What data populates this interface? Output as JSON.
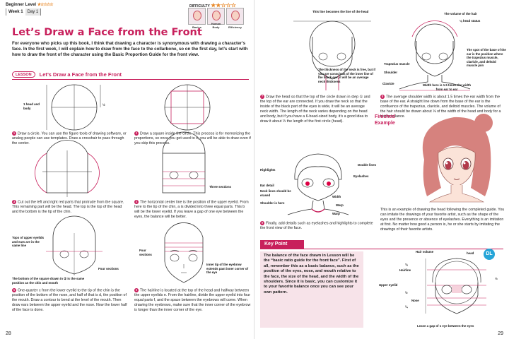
{
  "header": {
    "level": "Beginner Level",
    "level_stars": "★☆☆☆☆",
    "week": "Week 1",
    "day": "Day 1",
    "difficulty": "DIFFICULTY",
    "difficulty_stars": "★★☆☆☆",
    "thumbs": [
      "Basics",
      "Human Body",
      "Efficiency"
    ]
  },
  "title": "Let’s Draw a Face from the Front",
  "intro": "For everyone who picks up this book, I think that drawing a character is synonymous with drawing a character’s face. In the first week, I will explain how to draw from the face to the collarbone, so on the first day, let’s start with how to draw the front of the character using the Basic Proportion Guide for the front view.",
  "lesson": {
    "tag": "LESSON",
    "title": "Let’s Draw a Face from the Front"
  },
  "labels": {
    "one_head": "1 head and body",
    "half": "½",
    "three_sections": "Three sections",
    "tops_upper": "Tops of upper eyelids and ears are in the same line",
    "four_sections_a": "Four sections",
    "bottom_square": "The bottom of the square drawn in ② is the same position as the chin and mouth",
    "four_sections_b": "Four sections",
    "inner_tip": "Inner tip of the eyebrow extends past inner corner of the eye"
  },
  "steps_left": [
    {
      "num": "1",
      "text": "Draw a circle. You can use the figure tools of drawing software, or analog people can use templates. Draw a crosshair to pass through the center."
    },
    {
      "num": "2",
      "text": "Draw a square inside the circle. This process is for memorizing the proportions, so once you get used to it, you will be able to draw even if you skip this process."
    },
    {
      "num": "3",
      "text": "Cut out the left and right red parts that protrude from the square. This remaining part will be the head. The top is the top of the head and the bottom is the tip of the chin."
    },
    {
      "num": "4",
      "text": "The horizontal center line is the position of the upper eyelid. From here to the tip of the chin, a is divided into three equal parts. This b will be the lower eyelid. If you leave a gap of one eye between the eyes, the balance will be better."
    },
    {
      "num": "5",
      "text": "One-quarter c from the lower eyelid to the tip of the chin is the position of the bottom of the nose, and half of that is d, the position of the mouth. Draw a contour to bend at the level of the mouth. Then draw ears between the upper eyelid and the nose. Now the lower half of the face is done."
    },
    {
      "num": "6",
      "text": "The hairline is located at the top of the head and halfway between the upper eyelids e. From the hairline, divide the upper eyelid into four equal parts f, and the space between the eyebrows will come. When drawing the eyebrows, make sure that the inner corner of the eyebrow is longer than the inner corner of the eye."
    }
  ],
  "right_labels": {
    "line_of_head": "This line becomes the line of the head",
    "neck_note": "The thickness of the neck is free, but if you are conscious of the inner line of the black eye, it will be an average neck thickness",
    "volume_hair": "The volume of the hair",
    "head_status": "⅛ head status",
    "trapezius": "Trapezius muscle",
    "shoulder": "Shoulder",
    "clavicle": "Clavicle",
    "base_ear": "The spot of the base of the ear is the position where the trapezius muscle, clavicle, and deltoid muscle join",
    "width_15": "Width here is 1.5 times the width from ear to ear",
    "highlights": "Highlights",
    "double_lines": "Double lines",
    "eyelashes": "Eyelashes",
    "ear_detail": "Ear detail",
    "neck_lines": "Neck lines should be erased",
    "width": "Width",
    "shoulder_here": "Shoulder is here",
    "warp1": "Warp",
    "warp2": "Warp"
  },
  "steps_right": [
    {
      "num": "7",
      "text": "Draw the head so that the top of the circle drawn in step ① and the top of the ear are connected. If you draw the neck so that the inside of the black part of the eyes is wide, it will be an average neck width. The length of the neck varies depending on the head and body, but if you have a 6-head-sized body, it’s a good idea to draw it about ⅓ the length of the first circle (head)."
    },
    {
      "num": "8",
      "text": "The average shoulder width is about 1.5 times the ear width from the base of the ear. A straight line down from the base of the ear is the confluence of the trapezius, clavicle, and deltoid muscles. The volume of the hair should be drawn about ⅛ of the width of the head and body for a better balance."
    },
    {
      "num": "9",
      "text": "Finally, add details such as eyelashes and highlights to complete the front view of the face."
    }
  ],
  "finished": "Finished Example",
  "finished_text": "This is an example of drawing the head following the completed guide. You can imitate the drawings of your favorite artist, such as the shape of the eyes and the presence or absence of eyelashes. Everything is an imitation at first. No matter how good a person is, he or she starts by imitating the drawings of their favorite artists.",
  "keypoint": {
    "title": "Key Point",
    "text": "The balance of the face drawn in Lesson will be the “basic ratio guide for the front face”. First of all, remember this as a basic balance, such as the position of the eyes, nose, and mouth relative to the face, the size of the head, and the width of the shoulders. Since it is basic, you can customize it to your favorite balance once you can see your own pattern.",
    "dl": "DL",
    "hair_volume": "Hair volume",
    "head": "head",
    "hairline": "Hairline",
    "upper_eyelid": "Upper eyelid",
    "nose": "Nose",
    "gap": "Leave a gap of 1 eye between the eyes",
    "eighth": "⅛",
    "half": "½",
    "quarter": "¼",
    "third": "⅓"
  },
  "page_numbers": {
    "left": "28",
    "right": "29"
  }
}
